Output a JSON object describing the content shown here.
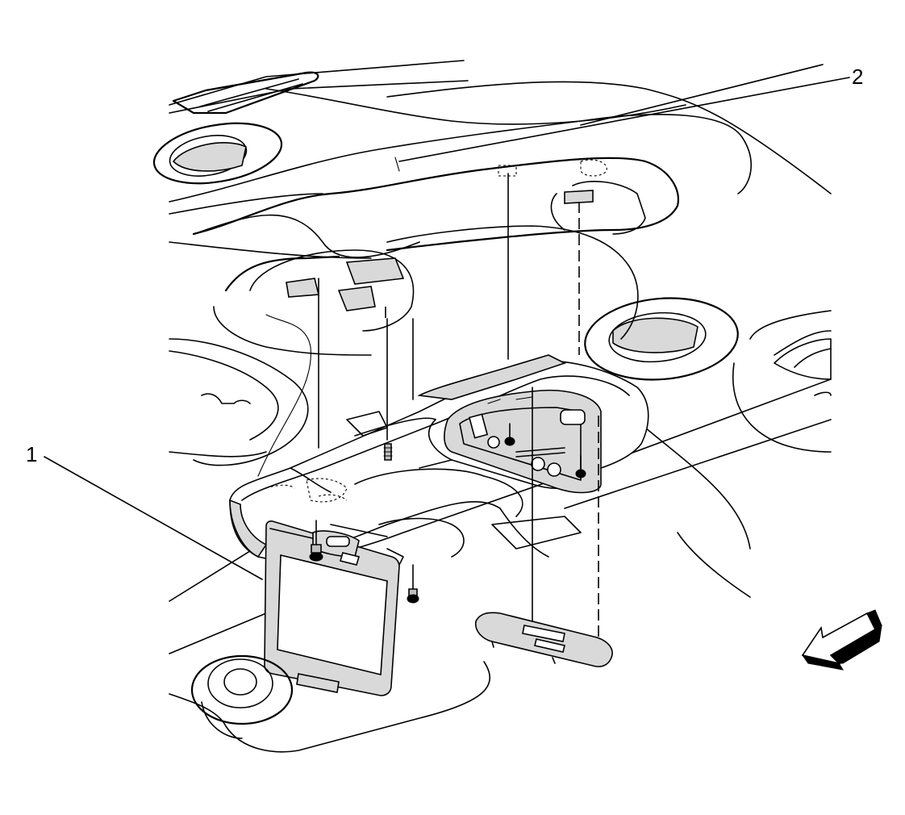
{
  "callouts": [
    {
      "id": "1",
      "label": "1"
    },
    {
      "id": "2",
      "label": "2"
    }
  ],
  "colors": {
    "line": "#000000",
    "background": "#ffffff",
    "shade_light": "#d9d9d9",
    "shade_dark": "#bfbfbf"
  },
  "icons": {
    "view_arrow": "arrow-down-left-icon"
  }
}
